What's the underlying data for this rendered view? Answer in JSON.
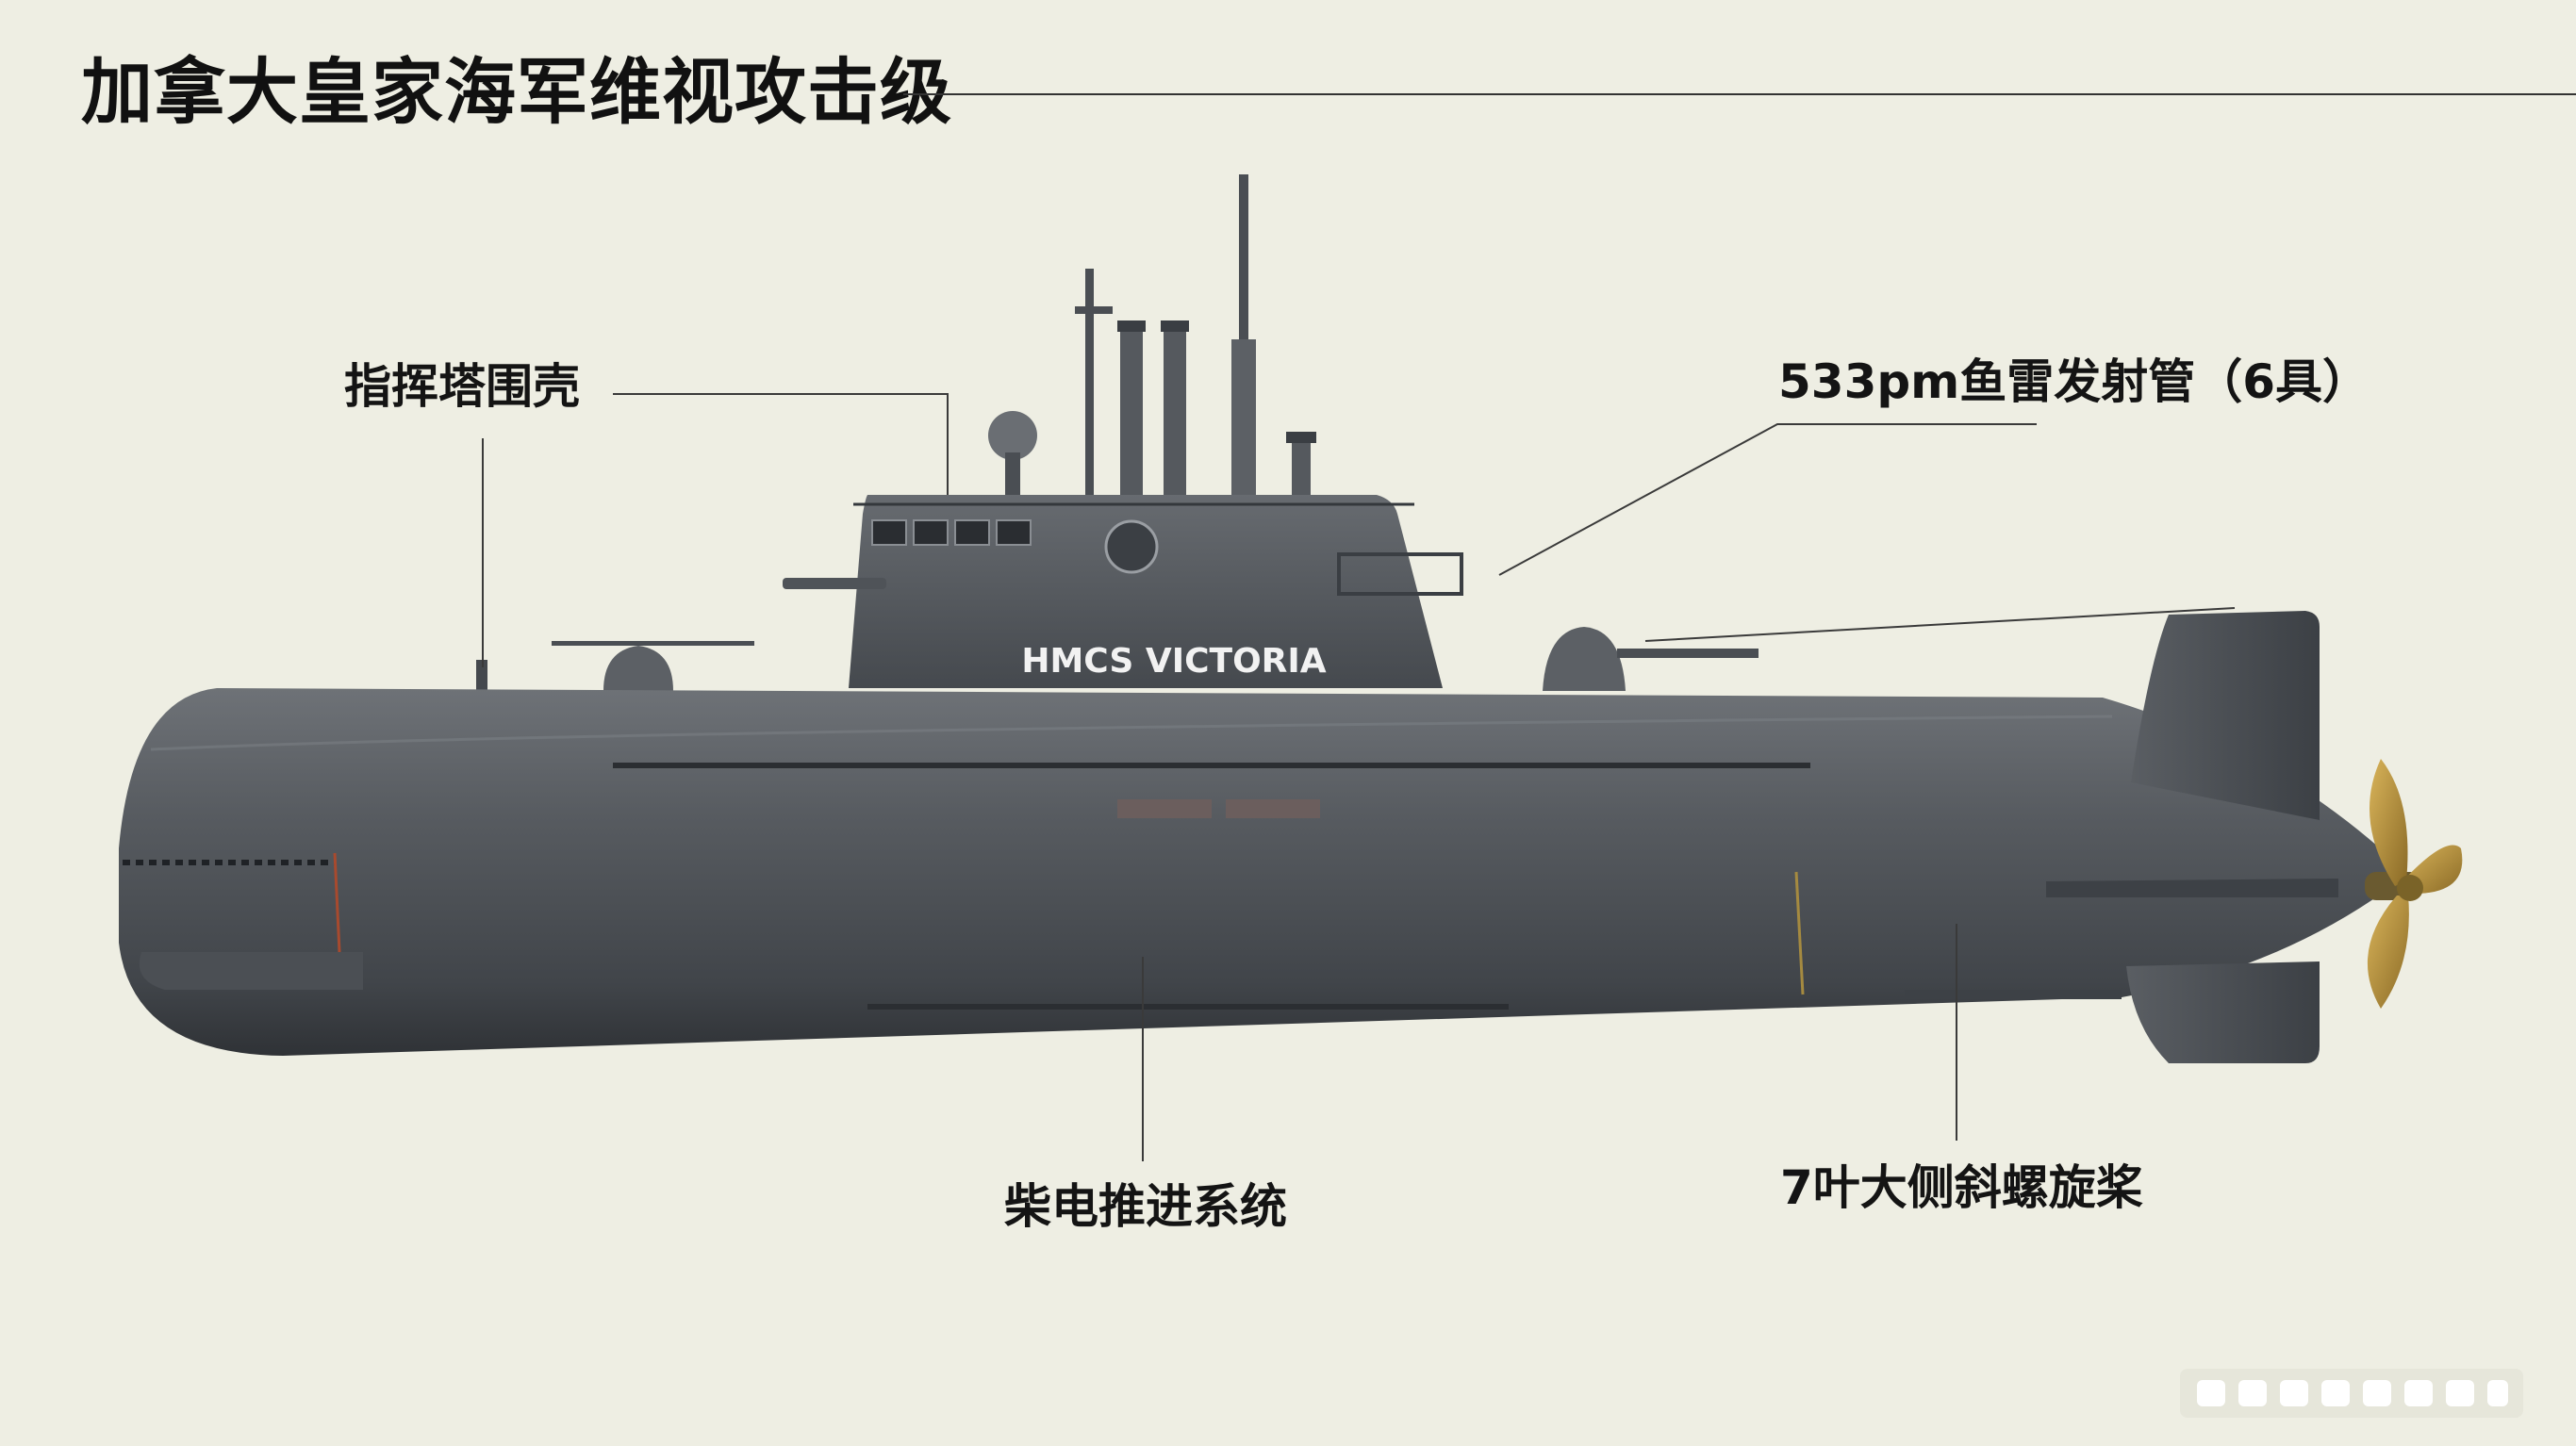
{
  "title": "加拿大皇家海军维视攻击级",
  "hull_name": "HMCS VICTORIA",
  "callouts": {
    "sail": "指挥塔围壳",
    "torpedo": "533pm鱼雷发射管（6具）",
    "propulsion": "柴电推进系统",
    "propeller": "7叶大侧斜螺旋桨"
  },
  "colors": {
    "background": "#eeeee3",
    "hull": "#52565b",
    "hull_dark": "#3d4146",
    "propeller": "#b08a3a",
    "text": "#111111"
  }
}
